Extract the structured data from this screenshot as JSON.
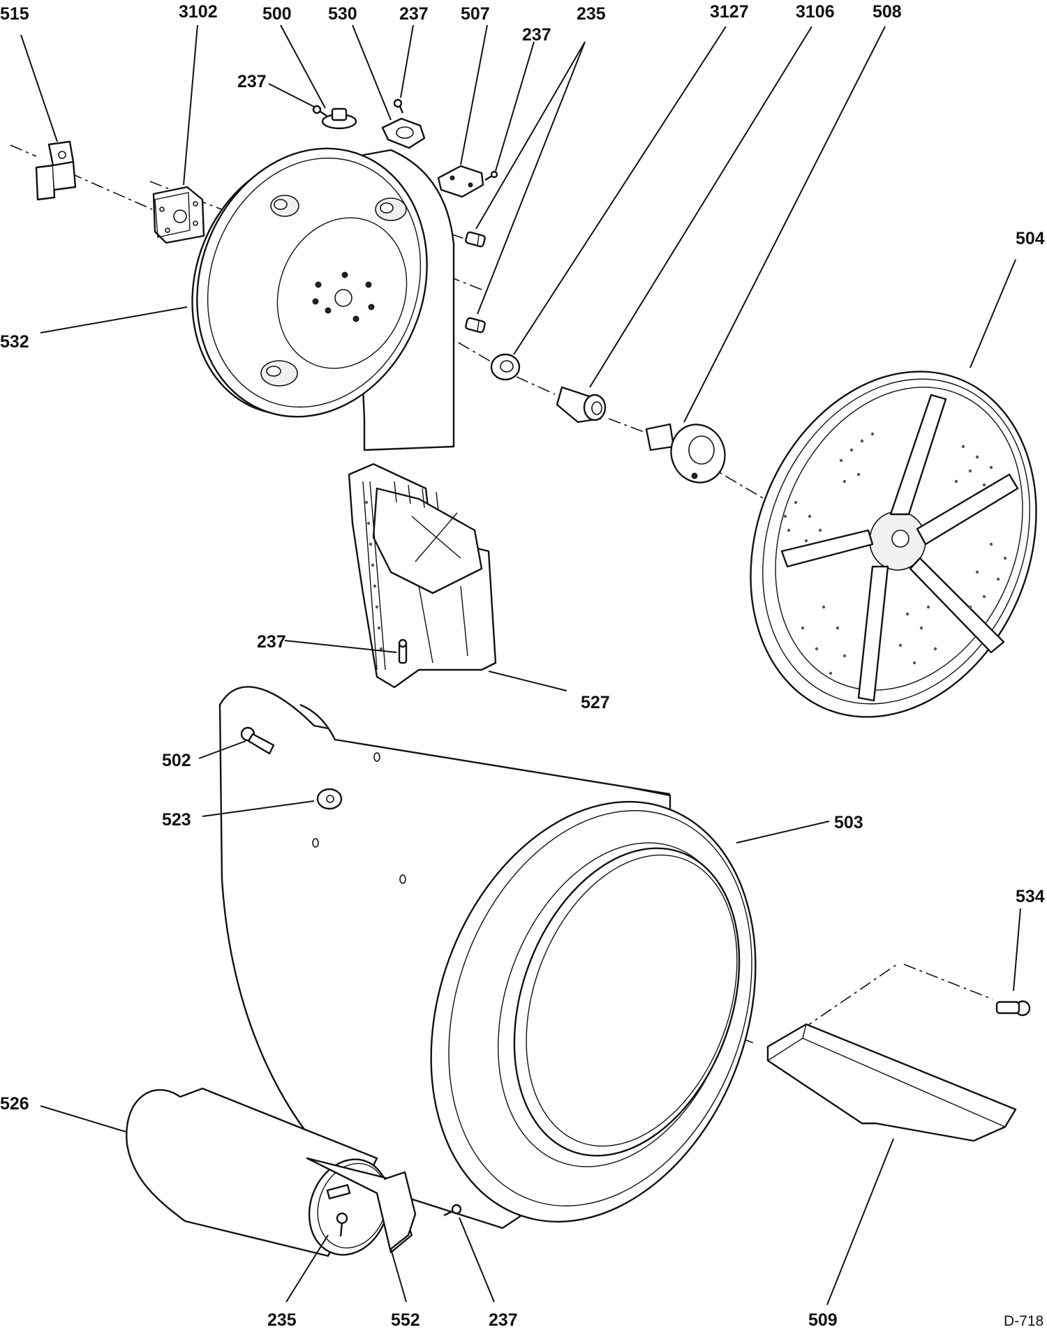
{
  "diagram": {
    "drawing_code": "D-718",
    "callouts": [
      {
        "id": "c515a",
        "text": "515"
      },
      {
        "id": "c3102",
        "text": "3102"
      },
      {
        "id": "c500",
        "text": "500"
      },
      {
        "id": "c530",
        "text": "530"
      },
      {
        "id": "c237a",
        "text": "237"
      },
      {
        "id": "c507",
        "text": "507"
      },
      {
        "id": "c237b",
        "text": "237"
      },
      {
        "id": "c235a",
        "text": "235"
      },
      {
        "id": "c3127",
        "text": "3127"
      },
      {
        "id": "c3106",
        "text": "3106"
      },
      {
        "id": "c508",
        "text": "508"
      },
      {
        "id": "c237c",
        "text": "237"
      },
      {
        "id": "c532",
        "text": "532"
      },
      {
        "id": "c504",
        "text": "504"
      },
      {
        "id": "c237d",
        "text": "237"
      },
      {
        "id": "c527",
        "text": "527"
      },
      {
        "id": "c502",
        "text": "502"
      },
      {
        "id": "c523",
        "text": "523"
      },
      {
        "id": "c503",
        "text": "503"
      },
      {
        "id": "c534",
        "text": "534"
      },
      {
        "id": "c526",
        "text": "526"
      },
      {
        "id": "c235b",
        "text": "235"
      },
      {
        "id": "c552",
        "text": "552"
      },
      {
        "id": "c237e",
        "text": "237"
      },
      {
        "id": "c509",
        "text": "509"
      }
    ]
  }
}
